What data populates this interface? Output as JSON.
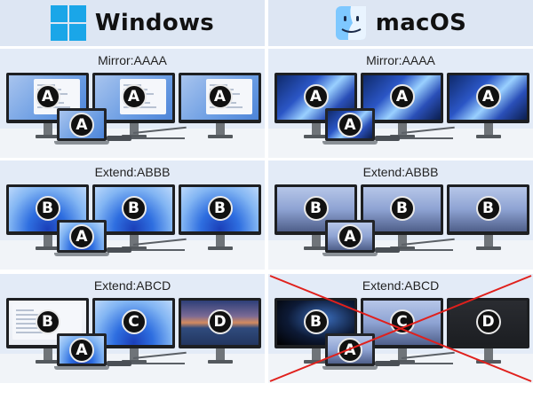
{
  "header": {
    "windows": {
      "title": "Windows",
      "icon": "windows-logo-icon"
    },
    "macos": {
      "title": "macOS",
      "icon": "finder-logo-icon"
    }
  },
  "panels": [
    {
      "id": "win-mirror",
      "caption": "Mirror:AAAA",
      "monitors": [
        "A",
        "A",
        "A"
      ],
      "laptop": "A",
      "crossed": false
    },
    {
      "id": "mac-mirror",
      "caption": "Mirror:AAAA",
      "monitors": [
        "A",
        "A",
        "A"
      ],
      "laptop": "A",
      "crossed": false
    },
    {
      "id": "win-extend-abbb",
      "caption": "Extend:ABBB",
      "monitors": [
        "B",
        "B",
        "B"
      ],
      "laptop": "A",
      "crossed": false
    },
    {
      "id": "mac-extend-abbb",
      "caption": "Extend:ABBB",
      "monitors": [
        "B",
        "B",
        "B"
      ],
      "laptop": "A",
      "crossed": false
    },
    {
      "id": "win-extend-abcd",
      "caption": "Extend:ABCD",
      "monitors": [
        "B",
        "C",
        "D"
      ],
      "laptop": "A",
      "crossed": false
    },
    {
      "id": "mac-extend-abcd",
      "caption": "Extend:ABCD",
      "monitors": [
        "B",
        "C",
        "D"
      ],
      "laptop": "A",
      "crossed": true
    }
  ],
  "colors": {
    "header_bg": "#dde6f3",
    "panel_bg": "#e3ebf7",
    "badge_bg": "#111111",
    "badge_text": "#ffffff",
    "cross": "#e0201c",
    "windows_blue": "#1aa6e8"
  }
}
